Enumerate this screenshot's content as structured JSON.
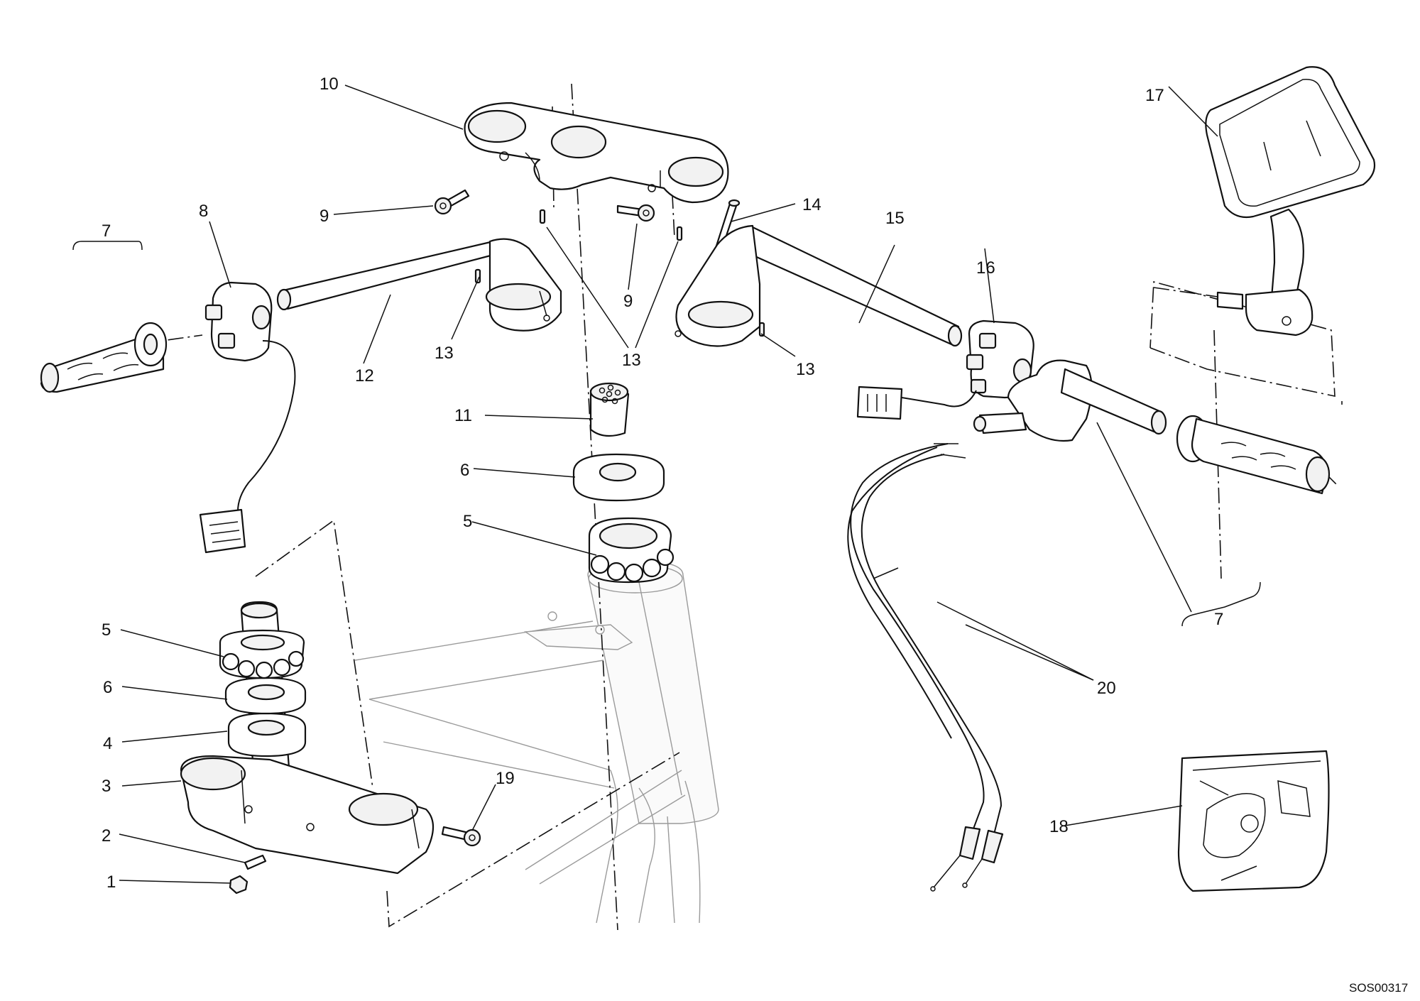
{
  "callouts": {
    "c1": "1",
    "c2": "2",
    "c3": "3",
    "c4": "4",
    "c5a": "5",
    "c5b": "5",
    "c6a": "6",
    "c6b": "6",
    "c7a": "7",
    "c7b": "7",
    "c8": "8",
    "c9a": "9",
    "c9b": "9",
    "c10": "10",
    "c11": "11",
    "c12": "12",
    "c13a": "13",
    "c13b": "13",
    "c13c": "13",
    "c14": "14",
    "c15": "15",
    "c16": "16",
    "c17": "17",
    "c18": "18",
    "c19": "19",
    "c20": "20"
  },
  "document_id": "SOS00317"
}
